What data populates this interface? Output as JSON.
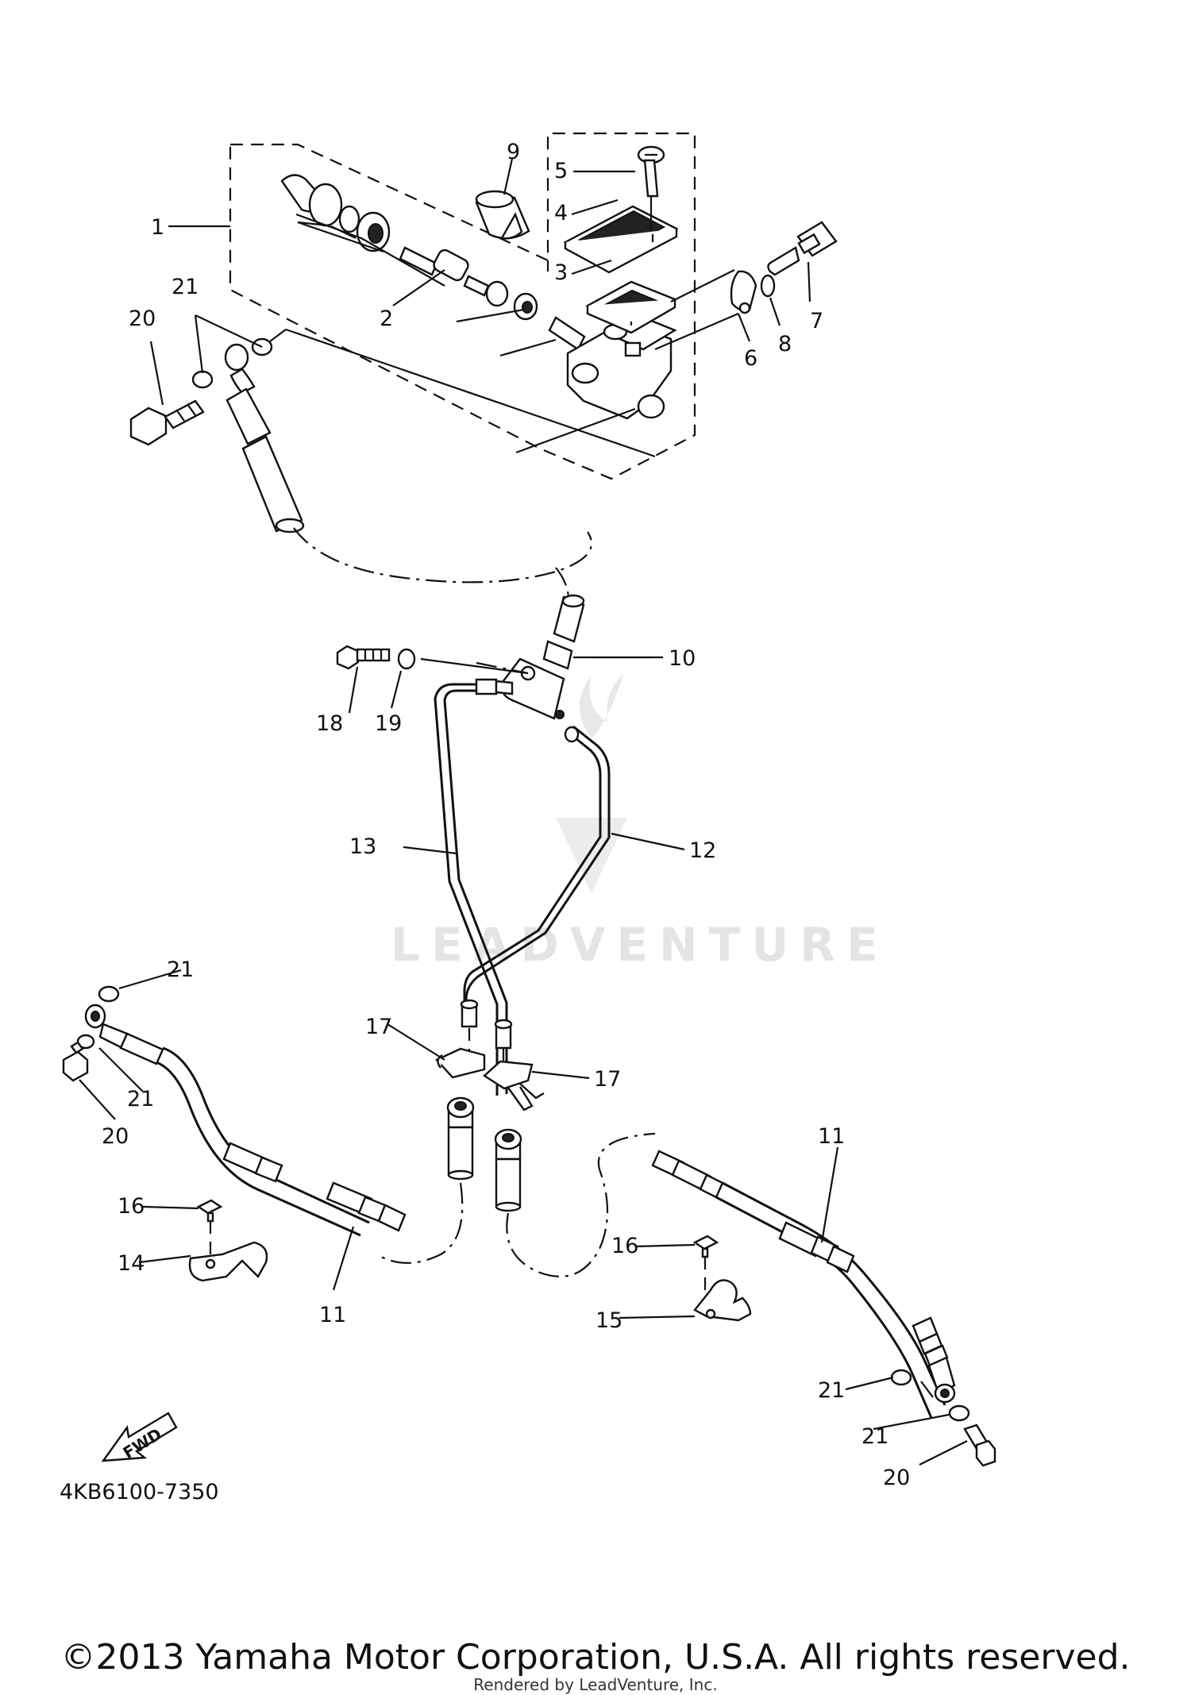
{
  "diagram": {
    "callouts": [
      "1",
      "2",
      "3",
      "4",
      "5",
      "6",
      "7",
      "8",
      "9",
      "10",
      "11",
      "11",
      "12",
      "13",
      "14",
      "15",
      "16",
      "16",
      "17",
      "17",
      "18",
      "19",
      "20",
      "20",
      "20",
      "21",
      "21",
      "21",
      "21",
      "21",
      "21"
    ],
    "fwd_label": "FWD",
    "part_code": "4KB6100-7350"
  },
  "watermark": {
    "text": "LEADVENTURE"
  },
  "footer": {
    "copyright": "©2013 Yamaha Motor Corporation, U.S.A. All rights reserved.",
    "rendered_by": "Rendered by LeadVenture, Inc."
  }
}
